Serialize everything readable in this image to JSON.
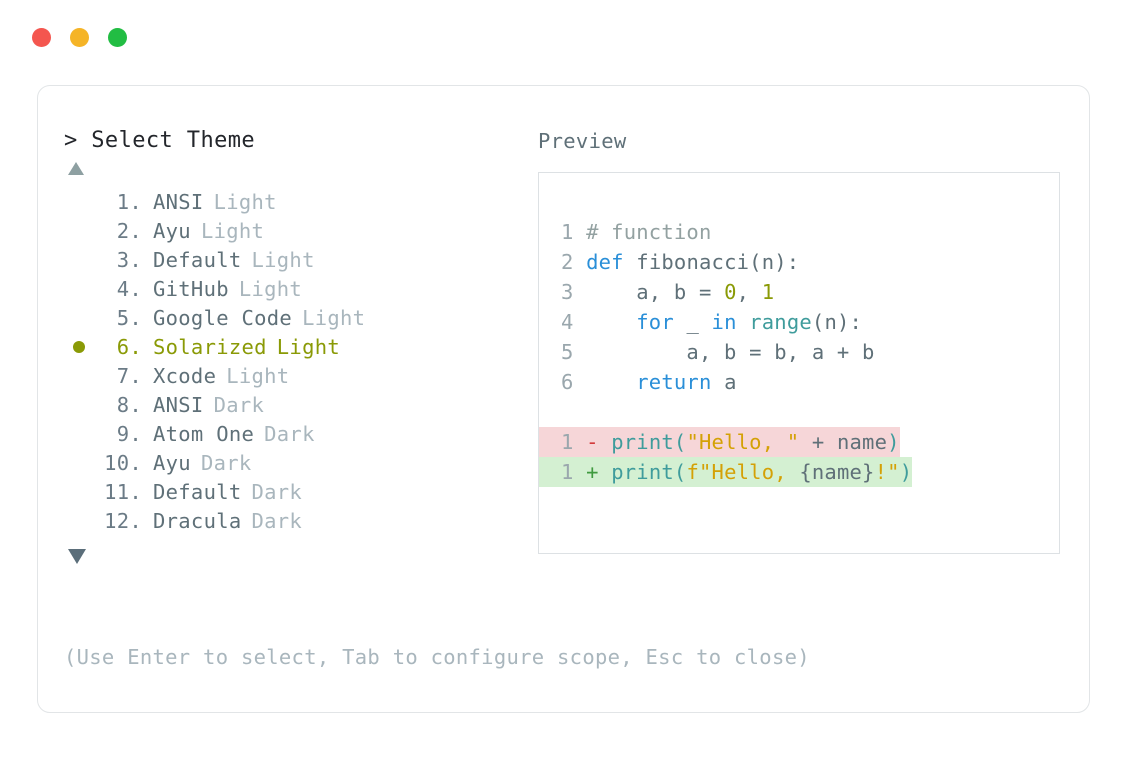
{
  "window": {
    "traffic_lights": [
      {
        "name": "close",
        "color": "#f4564f"
      },
      {
        "name": "minimize",
        "color": "#f5b427"
      },
      {
        "name": "maximize",
        "color": "#22bd43"
      }
    ]
  },
  "left": {
    "prompt": "> Select Theme",
    "scroll_up_icon": "triangle-up-icon",
    "scroll_down_icon": "triangle-down-icon",
    "selected_index": 6,
    "selected_color": "#8a9a06",
    "items": [
      {
        "num": " 1.",
        "name": "ANSI",
        "variant": "Light",
        "selected": false
      },
      {
        "num": " 2.",
        "name": "Ayu",
        "variant": "Light",
        "selected": false
      },
      {
        "num": " 3.",
        "name": "Default",
        "variant": "Light",
        "selected": false
      },
      {
        "num": " 4.",
        "name": "GitHub",
        "variant": "Light",
        "selected": false
      },
      {
        "num": " 5.",
        "name": "Google Code",
        "variant": "Light",
        "selected": false
      },
      {
        "num": " 6.",
        "name": "Solarized",
        "variant": "Light",
        "selected": true
      },
      {
        "num": " 7.",
        "name": "Xcode",
        "variant": "Light",
        "selected": false
      },
      {
        "num": " 8.",
        "name": "ANSI",
        "variant": "Dark",
        "selected": false
      },
      {
        "num": " 9.",
        "name": "Atom One",
        "variant": "Dark",
        "selected": false
      },
      {
        "num": "10.",
        "name": "Ayu",
        "variant": "Dark",
        "selected": false
      },
      {
        "num": "11.",
        "name": "Default",
        "variant": "Dark",
        "selected": false
      },
      {
        "num": "12.",
        "name": "Dracula",
        "variant": "Dark",
        "selected": false
      }
    ]
  },
  "right": {
    "label": "Preview",
    "code": [
      {
        "ln": "1",
        "tokens": [
          {
            "t": "# function",
            "c": "tok-comment"
          }
        ]
      },
      {
        "ln": "2",
        "tokens": [
          {
            "t": "def",
            "c": "tok-kw"
          },
          {
            "t": " fibonacci(n):",
            "c": "tok-plain"
          }
        ]
      },
      {
        "ln": "3",
        "tokens": [
          {
            "t": "    a, b = ",
            "c": "tok-plain"
          },
          {
            "t": "0",
            "c": "tok-num"
          },
          {
            "t": ", ",
            "c": "tok-plain"
          },
          {
            "t": "1",
            "c": "tok-num"
          }
        ]
      },
      {
        "ln": "4",
        "tokens": [
          {
            "t": "    ",
            "c": "tok-plain"
          },
          {
            "t": "for",
            "c": "tok-kw"
          },
          {
            "t": " _ ",
            "c": "tok-plain"
          },
          {
            "t": "in",
            "c": "tok-kw"
          },
          {
            "t": " ",
            "c": "tok-plain"
          },
          {
            "t": "range",
            "c": "tok-fn"
          },
          {
            "t": "(n):",
            "c": "tok-plain"
          }
        ]
      },
      {
        "ln": "5",
        "tokens": [
          {
            "t": "        a, b = b, a + b",
            "c": "tok-plain"
          }
        ]
      },
      {
        "ln": "6",
        "tokens": [
          {
            "t": "    ",
            "c": "tok-plain"
          },
          {
            "t": "return",
            "c": "tok-kw"
          },
          {
            "t": " a",
            "c": "tok-plain"
          }
        ]
      }
    ],
    "diff": [
      {
        "ln": "1",
        "sign": "-",
        "kind": "del",
        "tokens": [
          {
            "t": "print",
            "c": "tok-fn"
          },
          {
            "t": "(",
            "c": "tok-fn"
          },
          {
            "t": "\"Hello, \"",
            "c": "tok-str"
          },
          {
            "t": " + name",
            "c": "tok-plain"
          },
          {
            "t": ")",
            "c": "tok-fn"
          }
        ]
      },
      {
        "ln": "1",
        "sign": "+",
        "kind": "add",
        "tokens": [
          {
            "t": "print",
            "c": "tok-fn"
          },
          {
            "t": "(",
            "c": "tok-fn"
          },
          {
            "t": "f\"Hello, ",
            "c": "tok-str"
          },
          {
            "t": "{name}",
            "c": "tok-plain"
          },
          {
            "t": "!",
            "c": "tok-bang"
          },
          {
            "t": "\"",
            "c": "tok-str"
          },
          {
            "t": ")",
            "c": "tok-fn"
          }
        ]
      }
    ]
  },
  "footer": {
    "hint": "(Use Enter to select, Tab to configure scope, Esc to close)"
  }
}
